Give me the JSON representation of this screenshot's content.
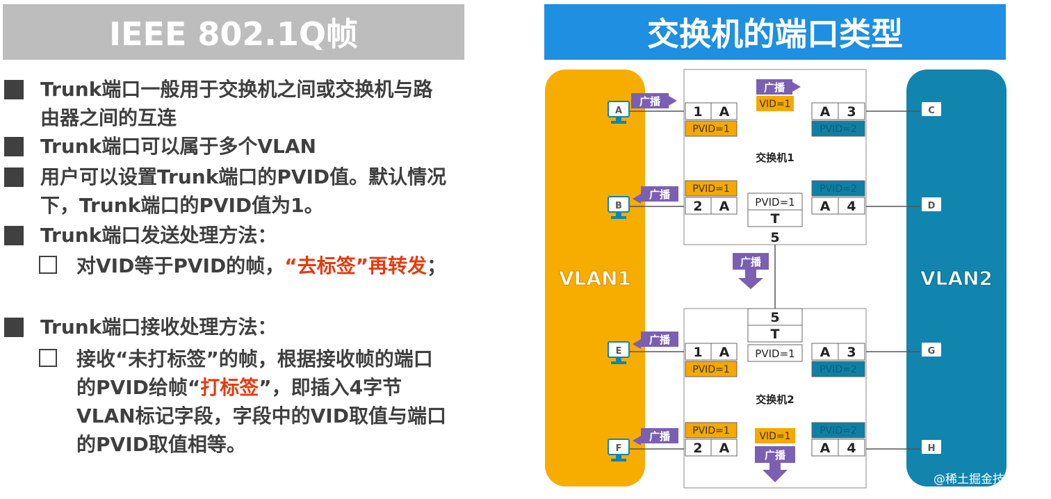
{
  "left": {
    "title": "IEEE 802.1Q帧",
    "bullets": [
      {
        "lines": [
          "Trunk端口一般用于交换机之间或交换机与路",
          "由器之间的互连"
        ]
      },
      {
        "lines": [
          "Trunk端口可以属于多个VLAN"
        ]
      },
      {
        "lines": [
          "用户可以设置Trunk端口的PVID值。默认情况",
          "下，Trunk端口的PVID值为1。"
        ]
      },
      {
        "lines": [
          "Trunk端口发送处理方法："
        ]
      },
      {
        "lines": [
          "Trunk端口接收处理方法："
        ]
      }
    ],
    "send_sub": {
      "before": "对VID等于PVID的帧，",
      "highlight": "“去标签”再转发",
      "after": "；"
    },
    "receive_sub": {
      "line1": "接收“未打标签”的帧，根据接收帧的端口",
      "line2_before": "的PVID给帧“",
      "line2_highlight": "打标签",
      "line2_after": "”，即插入4字节",
      "line3": "VLAN标记字段，字段中的VID取值与端口",
      "line4": "的PVID取值相等。"
    }
  },
  "right": {
    "title": "交换机的端口类型",
    "vlan1_label": "VLAN1",
    "vlan2_label": "VLAN2",
    "broadcast_label": "广播",
    "vid1_label": "VID=1",
    "pvid1": "PVID=1",
    "pvid2": "PVID=2",
    "tag_t": "T",
    "switch1": {
      "name": "交换机1",
      "p1": "1",
      "p2": "2",
      "p3": "3",
      "p4": "4",
      "p5": "5",
      "vlan_a": "A"
    },
    "switch2": {
      "name": "交换机2",
      "p1": "1",
      "p2": "2",
      "p3": "3",
      "p4": "4",
      "p5": "5",
      "vlan_a": "A"
    },
    "hosts": {
      "a": "A",
      "b": "B",
      "c": "C",
      "d": "D",
      "e": "E",
      "f": "F",
      "g": "G",
      "h": "H"
    },
    "watermark": "@稀土掘金技术社区"
  },
  "colors": {
    "vlan1": "#f6ad00",
    "vlan2": "#1185ae",
    "purple": "#7b5fb3",
    "orange_box": "#f5a800",
    "teal_box": "#0e80a6"
  }
}
